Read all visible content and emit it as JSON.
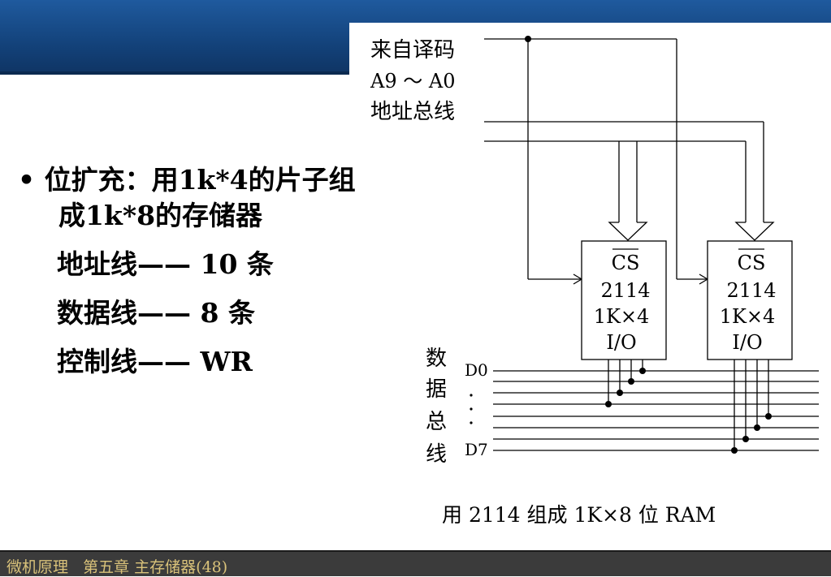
{
  "slide": {
    "bullet_line1": "位扩充：用1k*4的片子组",
    "bullet_line2": "成1k*8的存储器",
    "spec_address": "地址线—— 10 条",
    "spec_data": "数据线—— 8  条",
    "spec_control": "控制线——    WR"
  },
  "diagram": {
    "addr_label": [
      "来自译码",
      "A9 ～ A0",
      "地址总线"
    ],
    "data_bus_label": [
      "数",
      "据",
      "总",
      "线"
    ],
    "d0_label": "D0",
    "d7_label": "D7",
    "chip": {
      "cs": "CS",
      "name": "2114",
      "org": "1K×4",
      "io": "I/O"
    },
    "caption": "用 2114 组成 1K×8 位 RAM"
  },
  "footer": {
    "text": "微机原理   第五章 主存储器(48)"
  }
}
